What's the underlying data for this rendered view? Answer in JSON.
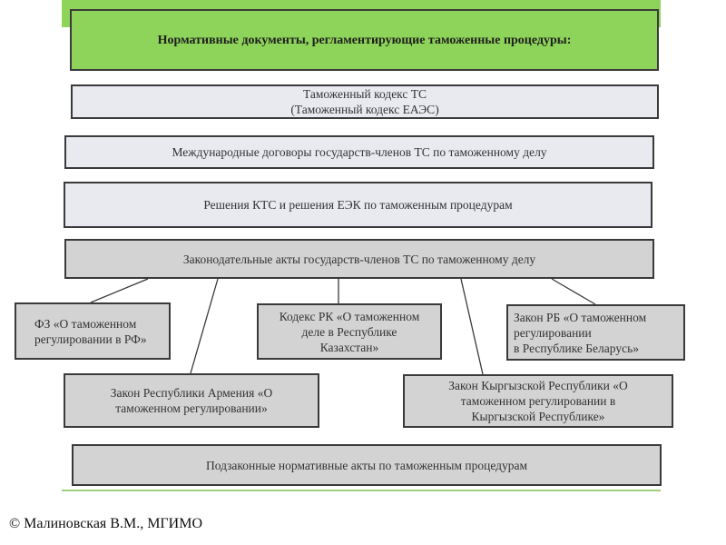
{
  "title": "Нормативные документы, регламентирующие таможенные процедуры:",
  "level1": [
    "Таможенный кодекс ТС\n(Таможенный кодекс ЕАЭС)",
    "Международные договоры государств-членов ТС по таможенному делу",
    "Решения КТС и решения ЕЭК по таможенным процедурам",
    "Законодательные акты государств-членов ТС по таможенному делу"
  ],
  "national_laws": {
    "rf": "ФЗ «О таможенном\nрегулировании в РФ»",
    "kz": "Кодекс РК «О таможенном\nделе в Республике\nКазахстан»",
    "by": "Закон РБ «О таможенном\nрегулировании\nв Республике Беларусь»",
    "am": "Закон Республики Армения «О\nтаможенном регулировании»",
    "kg": "Закон Кыргызской Республики «О\nтаможенном регулировании в\nКыргызской Республике»"
  },
  "sublaw": "Подзаконные нормативные акты по таможенным процедурам",
  "footer": "© Малиновская В.М., МГИМО",
  "colors": {
    "accent_green": "#8ed45a",
    "light_box": "#e8eaf0",
    "grey_box": "#d3d3d3",
    "border": "#3a3a3a"
  }
}
